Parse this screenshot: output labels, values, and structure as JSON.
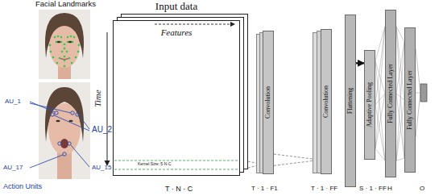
{
  "diagram": {
    "nodes": [
      {
        "text": [
          "Input data",
          "Features",
          "Kernel Size: 5·N·C"
        ]
      },
      {
        "text": [
          "Convolution"
        ]
      },
      {
        "text": [
          "Convolution"
        ]
      },
      {
        "text": [
          "Flattening"
        ]
      },
      {
        "text": [
          "Adaptive Pooling"
        ]
      },
      {
        "text": [
          "Fully Connected Layer"
        ]
      },
      {
        "text": [
          "Fully Connected Layer"
        ]
      }
    ],
    "edges": [
      {
        "from": 0,
        "to": 1,
        "arrow": "none"
      },
      {
        "from": 1,
        "to": 2,
        "arrow": "none"
      },
      {
        "from": 3,
        "to": 4,
        "arrow": "to"
      },
      {
        "from": 4,
        "to": 5,
        "arrow": "none"
      },
      {
        "from": 5,
        "to": 6,
        "arrow": "none"
      }
    ],
    "labels": [
      "Facial Landmarks",
      "AU_1",
      "AU_2",
      "AU_17",
      "AU_15",
      "Action Units",
      "Time",
      "T · N · C",
      "T · 1 · F1",
      "T · 1 · FF",
      "S · 1 · FF",
      "H",
      "O"
    ]
  }
}
